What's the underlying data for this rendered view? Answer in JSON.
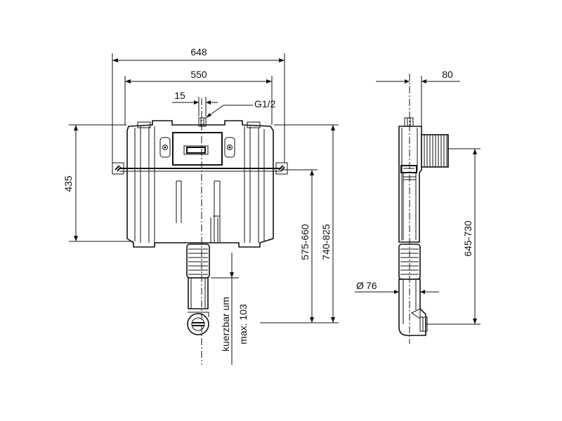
{
  "dimensions": {
    "total_width": "648",
    "tank_width": "550",
    "inlet_offset": "15",
    "inlet_thread": "G1/2",
    "tank_height": "435",
    "height_range_a": "575-660",
    "height_range_b": "740-825",
    "depth": "80",
    "pipe_diameter": "76",
    "side_height_range": "645-730",
    "shorten_label_line1": "kuerzbar um",
    "shorten_label_line2": "max. 103"
  },
  "symbols": {
    "diameter": "Ø"
  }
}
